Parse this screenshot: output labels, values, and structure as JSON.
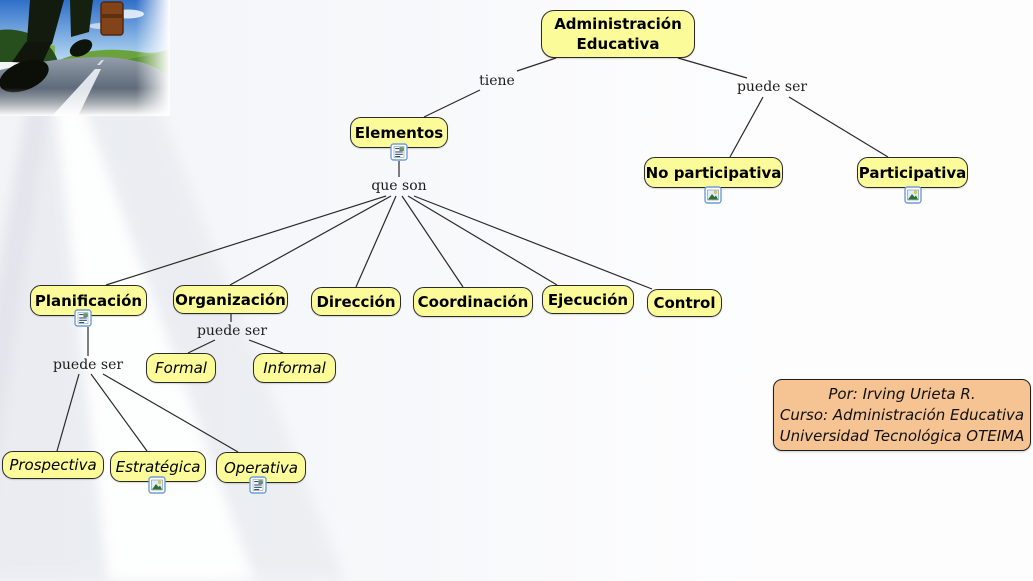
{
  "map": {
    "root": {
      "label": "Administración\nEducativa"
    },
    "concepts": {
      "elementos": "Elementos",
      "no_participativa": "No participativa",
      "participativa": "Participativa",
      "planificacion": "Planificación",
      "organizacion": "Organización",
      "direccion": "Dirección",
      "coordinacion": "Coordinación",
      "ejecucion": "Ejecución",
      "control": "Control",
      "formal": "Formal",
      "informal": "Informal",
      "prospectiva": "Prospectiva",
      "estrategica": "Estratégica",
      "operativa": "Operativa"
    },
    "linking_phrases": {
      "tiene": "tiene",
      "puede_ser_tipo": "puede ser",
      "que_son": "que son",
      "puede_ser_org": "puede ser",
      "puede_ser_plan": "puede ser"
    },
    "attachments": {
      "elementos": "document",
      "planificacion": "document",
      "operativa": "document",
      "estrategica": "image",
      "no_participativa": "image",
      "participativa": "image"
    }
  },
  "credit": {
    "line1": "Por: Irving Urieta R.",
    "line2": "Curso: Administración Educativa",
    "line3": "Universidad Tecnológica OTEIMA"
  },
  "colors": {
    "concept_fill": "#fbfb9a",
    "concept_border": "#2b2b2b",
    "link_line": "#2a2a2a",
    "credit_fill": "#f6c493",
    "credit_border": "#1f1f1f",
    "icon_border": "#6e9ed6"
  }
}
